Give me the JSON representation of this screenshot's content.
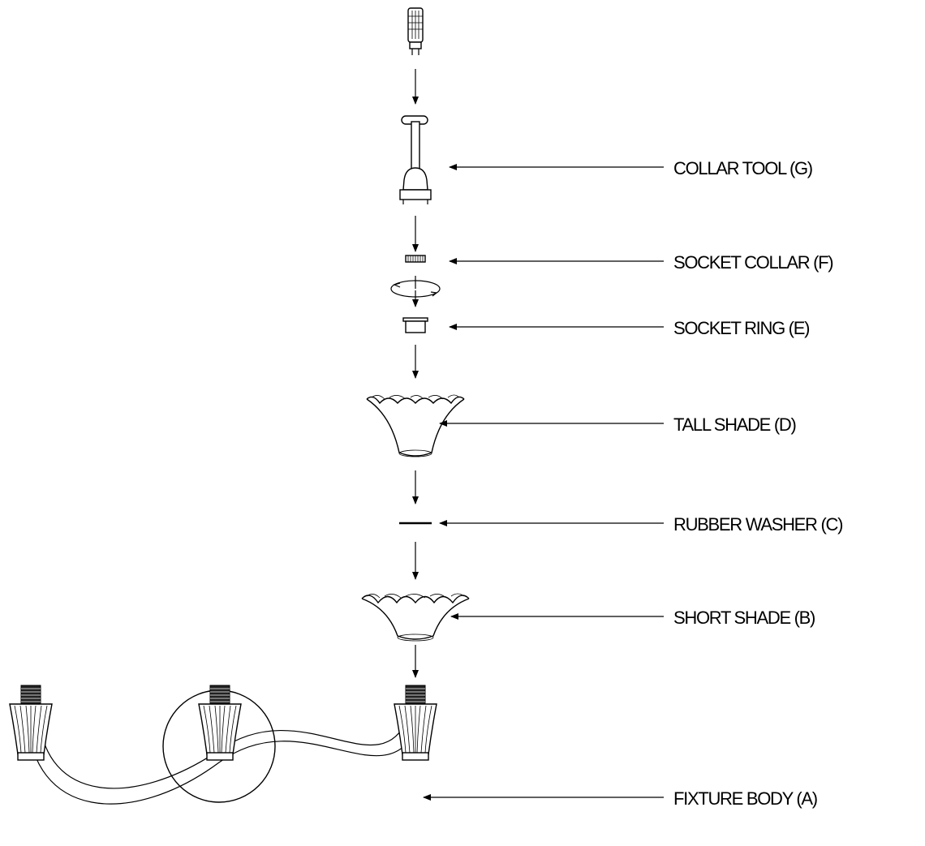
{
  "labels": {
    "collar_tool": "COLLAR TOOL (G)",
    "socket_collar": "SOCKET COLLAR (F)",
    "socket_ring": "SOCKET RING (E)",
    "tall_shade": "TALL SHADE (D)",
    "rubber_washer": "RUBBER WASHER (C)",
    "short_shade": "SHORT SHADE (B)",
    "fixture_body": "FIXTURE BODY (A)"
  }
}
